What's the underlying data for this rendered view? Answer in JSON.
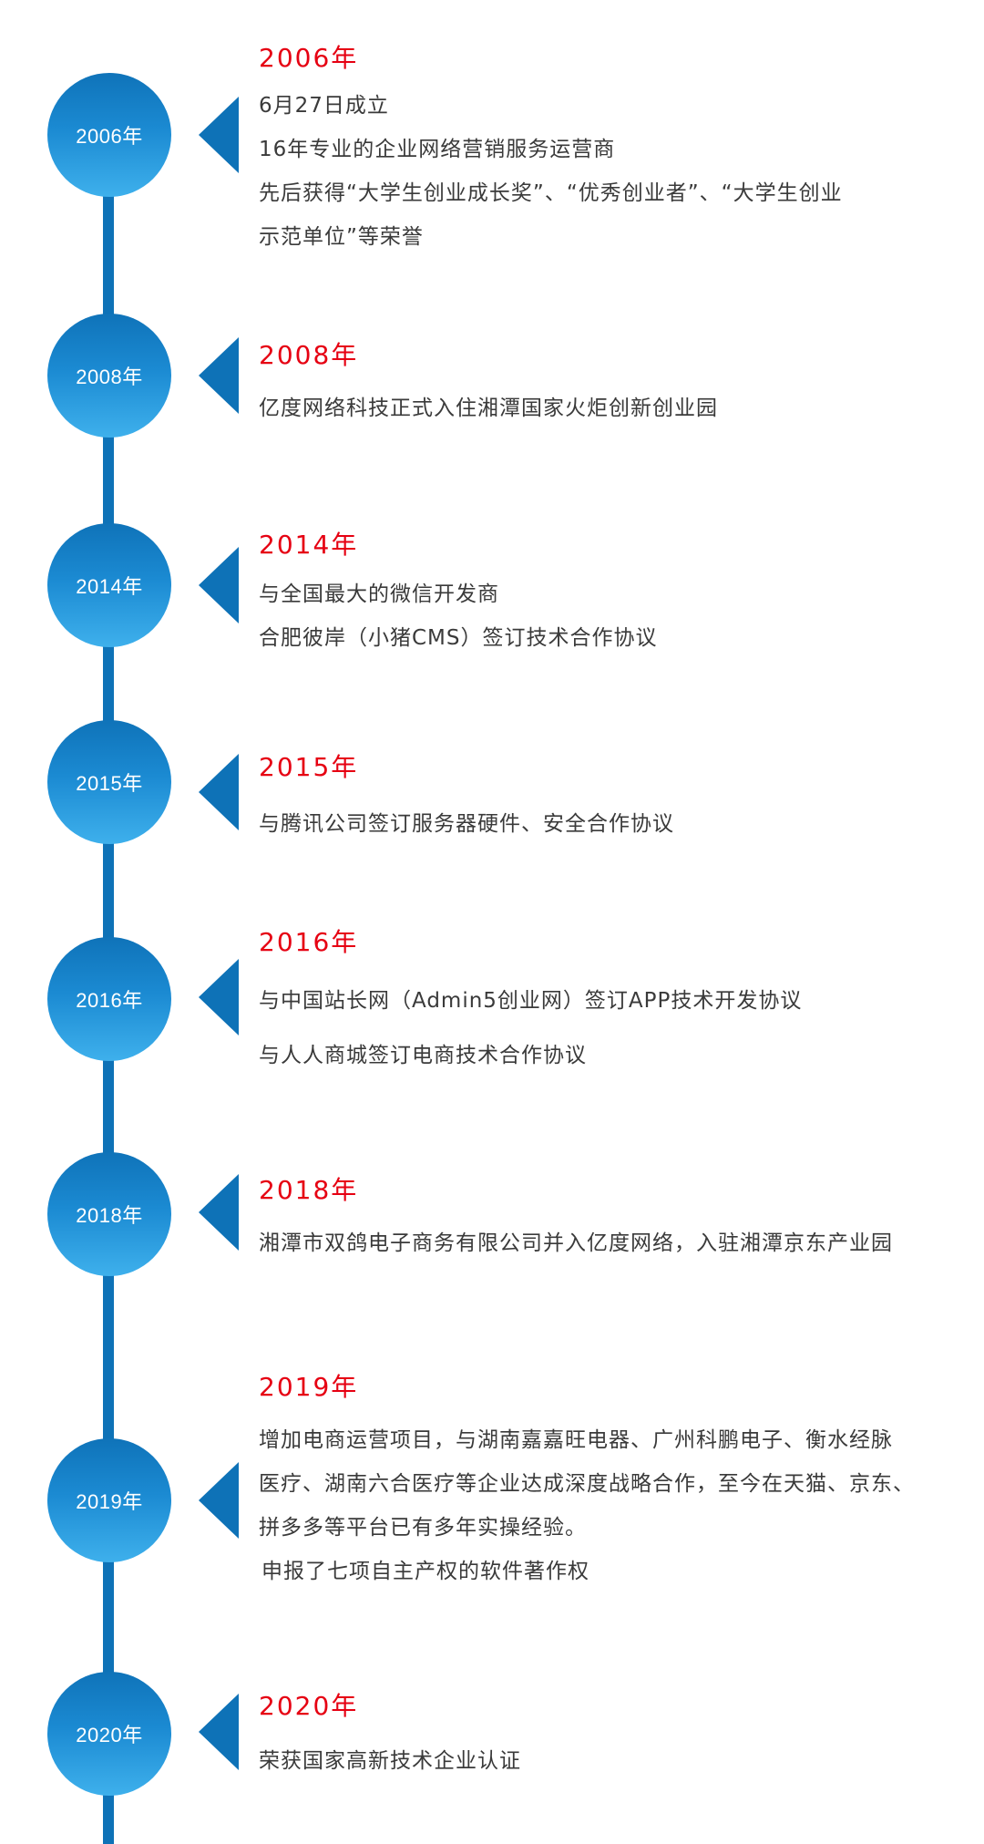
{
  "timeline": [
    {
      "year_label": "2006年",
      "title": "2006年",
      "lines": [
        "6月27日成立",
        "16年专业的企业网络营销服务运营商",
        "先后获得“大学生创业成长奖”、“优秀创业者”、“大学生创业",
        "示范单位”等荣誉"
      ]
    },
    {
      "year_label": "2008年",
      "title": "2008年",
      "lines": [
        "亿度网络科技正式入住湘潭国家火炬创新创业园"
      ]
    },
    {
      "year_label": "2014年",
      "title": "2014年",
      "lines": [
        "与全国最大的微信开发商",
        "合肥彼岸（小猪CMS）签订技术合作协议"
      ]
    },
    {
      "year_label": "2015年",
      "title": "2015年",
      "lines": [
        "与腾讯公司签订服务器硬件、安全合作协议"
      ]
    },
    {
      "year_label": "2016年",
      "title": "2016年",
      "lines": [
        "与中国站长网（Admin5创业网）签订APP技术开发协议",
        "与人人商城签订电商技术合作协议"
      ]
    },
    {
      "year_label": "2018年",
      "title": "2018年",
      "lines": [
        "湘潭市双鸽电子商务有限公司并入亿度网络，入驻湘潭京东产业园"
      ]
    },
    {
      "year_label": "2019年",
      "title": "2019年",
      "lines": [
        "增加电商运营项目，与湖南嘉嘉旺电器、广州科鹏电子、衡水经脉",
        "医疗、湖南六合医疗等企业达成深度战略合作，至今在天猫、京东、",
        "拼多多等平台已有多年实操经验。",
        "申报了七项自主产权的软件著作权"
      ]
    },
    {
      "year_label": "2020年",
      "title": "2020年",
      "lines": [
        "荣获国家高新技术企业认证"
      ]
    }
  ]
}
